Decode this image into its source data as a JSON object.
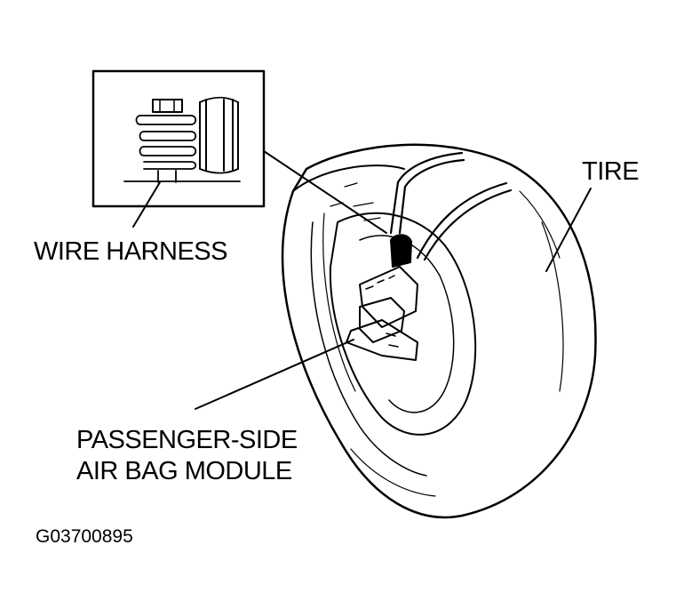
{
  "labels": {
    "tire": "TIRE",
    "wire_harness": "WIRE HARNESS",
    "airbag_line1": "PASSENGER-SIDE",
    "airbag_line2": "AIR BAG MODULE"
  },
  "figure_code": "G03700895",
  "colors": {
    "ink": "#000000",
    "paper": "#ffffff"
  }
}
